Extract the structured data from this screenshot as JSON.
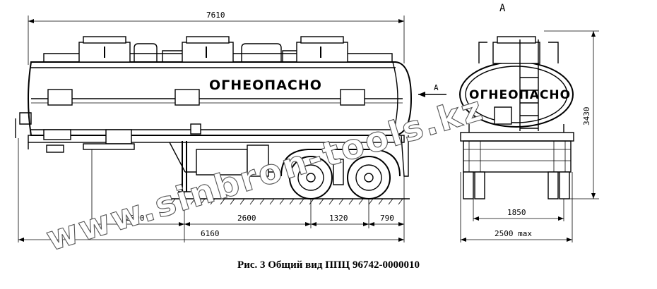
{
  "side_view": {
    "overall_length": "7610",
    "tank_label": "ОГНЕОПАСНО",
    "dims": {
      "kingpin_to_leg": "2300",
      "leg_to_axle": "2600",
      "axle_spacing": "1320",
      "rear_overhang": "790",
      "total_base": "6160"
    }
  },
  "section_marker": "A",
  "front_view": {
    "title": "A",
    "tank_label": "ОГНЕОПАСНО",
    "height": "3430",
    "track": "1850",
    "width": "2500 max"
  },
  "watermark": "www.sinbron-tools.kz",
  "caption": "Рис. 3 Общий вид ППЦ 96742-0000010"
}
